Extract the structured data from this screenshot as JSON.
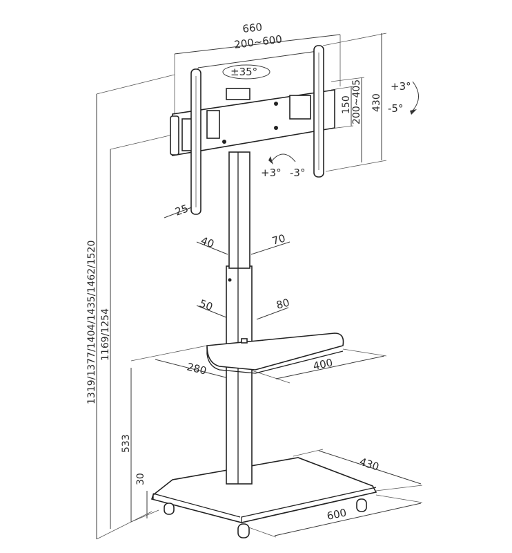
{
  "dimensions": {
    "overall_width": "660",
    "vesa_width": "200~600",
    "swivel": "±35°",
    "bracket_height": "430",
    "vesa_height": "200~405",
    "vesa_small": "150",
    "tilt_up": "+3°",
    "tilt_down": "-5°",
    "level_plus": "+3°",
    "level_minus": "-3°",
    "bracket_depth": "25",
    "column_depth_top": "40",
    "column_width_top": "70",
    "column_depth_lower": "50",
    "column_width_lower": "80",
    "shelf_depth": "280",
    "shelf_width": "400",
    "height_options_top": "1319/1377/1404/1435/1462/1520",
    "height_options_center": "1169/1254",
    "shelf_height": "533",
    "base_height": "30",
    "base_depth": "430",
    "base_width": "600"
  }
}
